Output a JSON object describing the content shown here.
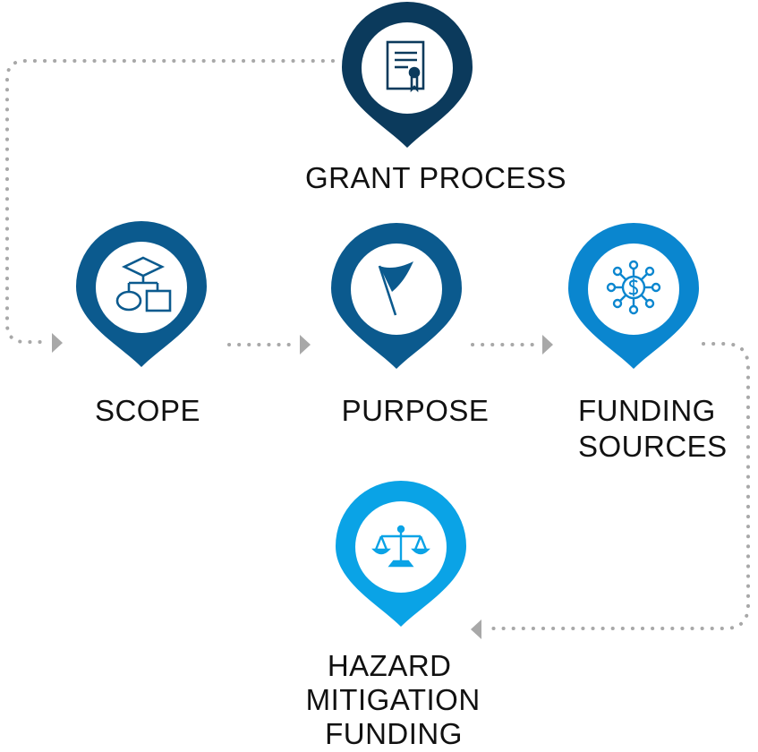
{
  "nodes": [
    {
      "id": "grant-process",
      "label_lines": [
        "GRANT PROCESS"
      ],
      "icon": "certificate-icon",
      "color": "#0b3a5c"
    },
    {
      "id": "scope",
      "label_lines": [
        "SCOPE"
      ],
      "icon": "flowchart-icon",
      "color": "#0b5a8e"
    },
    {
      "id": "purpose",
      "label_lines": [
        "PURPOSE"
      ],
      "icon": "flag-icon",
      "color": "#0b5a8e"
    },
    {
      "id": "funding-sources",
      "label_lines": [
        "FUNDING",
        "SOURCES"
      ],
      "icon": "dollar-network-icon",
      "color": "#0a86cf"
    },
    {
      "id": "hazard-mitigation-funding",
      "label_lines": [
        "HAZARD",
        "MITIGATION",
        "FUNDING"
      ],
      "icon": "scales-icon",
      "color": "#0aa3e6"
    }
  ],
  "connectors": [
    {
      "from": "grant-process",
      "to": "scope"
    },
    {
      "from": "scope",
      "to": "purpose"
    },
    {
      "from": "purpose",
      "to": "funding-sources"
    },
    {
      "from": "funding-sources",
      "to": "hazard-mitigation-funding"
    }
  ],
  "colors": {
    "connector": "#a8a8a8",
    "icon_bg": "#ffffff",
    "label": "#111111"
  }
}
